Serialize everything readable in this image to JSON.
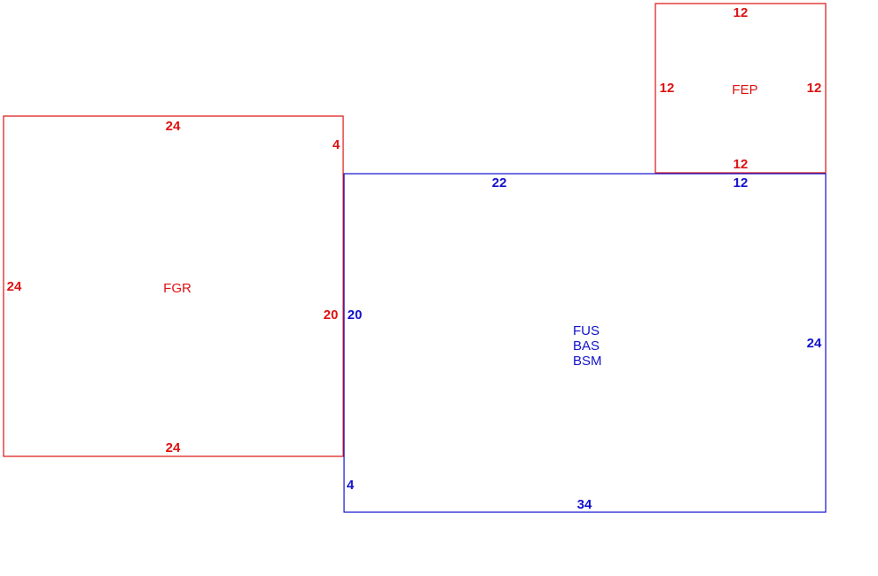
{
  "colors": {
    "red": "#dd1111",
    "blue": "#1111cc"
  },
  "areas": {
    "fgr": {
      "name": "FGR",
      "dims": {
        "top": "24",
        "right_upper": "4",
        "left": "24",
        "right": "20",
        "bottom": "24"
      }
    },
    "fep": {
      "name": "FEP",
      "dims": {
        "top": "12",
        "left": "12",
        "right": "12",
        "bottom": "12"
      }
    },
    "main": {
      "names": [
        "FUS",
        "BAS",
        "BSM"
      ],
      "dims": {
        "top_left": "22",
        "top_right": "12",
        "left": "20",
        "right": "24",
        "lower_left": "4",
        "bottom": "34"
      }
    }
  }
}
